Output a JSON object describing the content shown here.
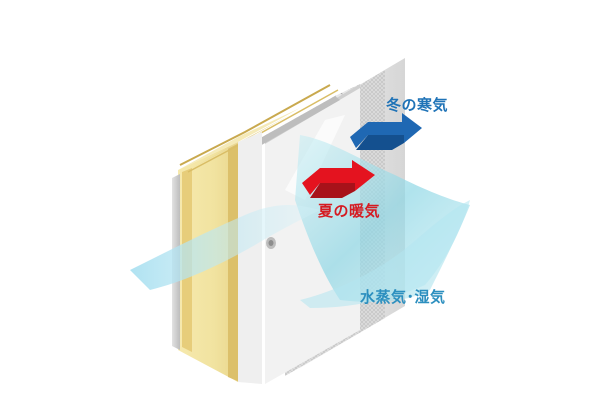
{
  "labels": {
    "winter_cold": "冬の寒気",
    "summer_heat": "夏の暖気",
    "vapor_humidity": "水蒸気･湿気"
  },
  "colors": {
    "winter_arrow": "#1f68b3",
    "summer_arrow": "#e4131f",
    "label_blue": "#1f73b7",
    "label_red": "#d51b22",
    "label_teal": "#2c8fbf",
    "insulation_yellow": "#f0e2a4",
    "wood_frame": "#e3c877",
    "vapor_sheet": "#8fd6e5"
  },
  "icons": [
    "arrow-right-icon",
    "arrow-right-icon"
  ]
}
